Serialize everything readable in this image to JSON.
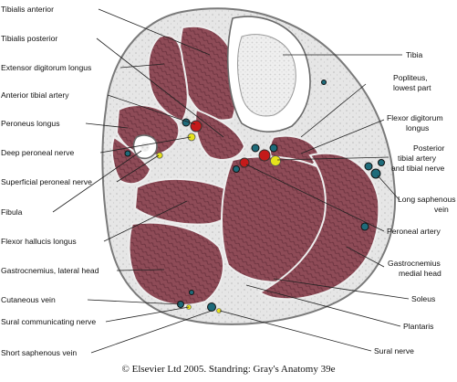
{
  "labels_left": [
    "Tibialis anterior",
    "Tibialis posterior",
    "Extensor digitorum longus",
    "Anterior tibial artery",
    "Peroneus longus",
    "Deep peroneal nerve",
    "Superficial peroneal nerve",
    "Fibula",
    "Flexor hallucis longus",
    "Gastrocnemius, lateral head",
    "Cutaneous vein",
    "Sural communicating nerve",
    "Short saphenous vein"
  ],
  "labels_right": [
    "Tibia",
    "Popliteus,",
    "lowest part",
    "Flexor digitorum",
    "longus",
    "Posterior",
    "tibial artery",
    "and tibial nerve",
    "Long saphenous",
    "vein",
    "Peroneal artery",
    "Gastrocnemius",
    "medial head",
    "Soleus",
    "Plantaris",
    "Sural nerve"
  ],
  "copyright": "© Elsevier Ltd 2005. Standring: Gray's Anatomy 39e",
  "colors": {
    "skin": "#d9d9d9",
    "fat": "#e4e4e4",
    "muscle": "#8b4a55",
    "muscle_dark": "#6e3440",
    "bone": "#f2f2f2",
    "artery": "#c41a1a",
    "vein": "#1e6b7a",
    "nerve": "#e6e21c"
  }
}
